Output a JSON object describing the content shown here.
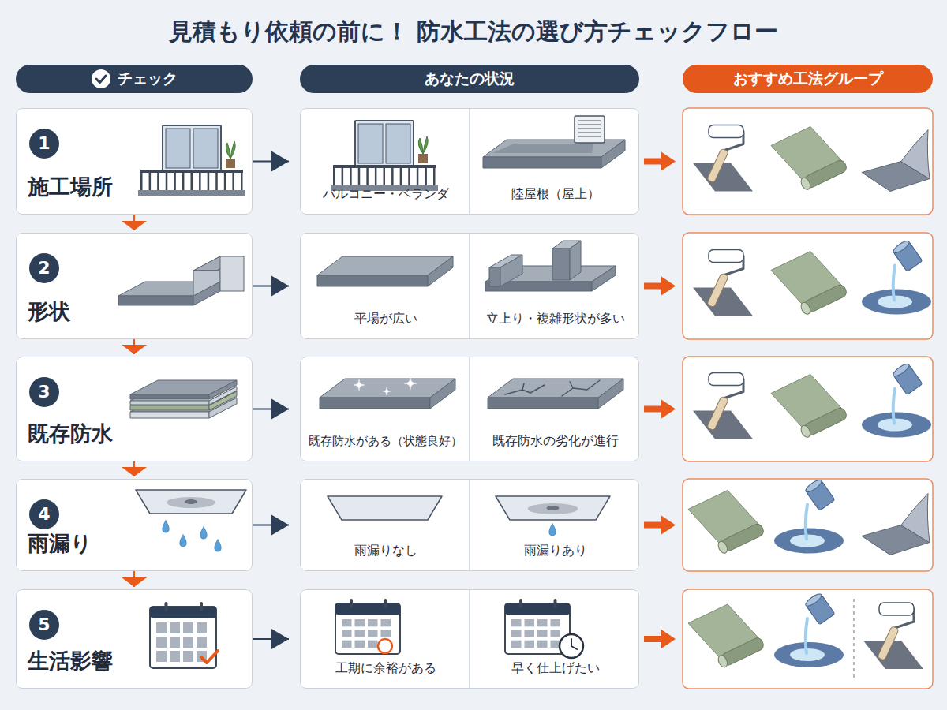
{
  "diagram": {
    "title": "見積もり依頼の前に！ 防水工法の選び方チェックフロー",
    "nodes": [
      {
        "text": [
          "チェック"
        ]
      },
      {
        "text": [
          "あなたの状況"
        ]
      },
      {
        "text": [
          "おすすめ工法グループ"
        ]
      },
      {
        "text": [
          "施工場所"
        ]
      },
      {
        "text": [
          "1"
        ],
        "in": 3
      },
      {
        "text": [
          "バルコニー・ベランダ",
          "陸屋根（屋上）"
        ]
      },
      {
        "text": [
          "形状"
        ]
      },
      {
        "text": [
          "2"
        ],
        "in": 6
      },
      {
        "text": [
          "平場が広い",
          "立上り・複雑形状が多い"
        ]
      },
      {
        "text": [
          "既存防水"
        ]
      },
      {
        "text": [
          "3"
        ],
        "in": 9
      },
      {
        "text": [
          "既存防水がある（状態良好）",
          "既存防水の劣化が進行"
        ]
      },
      {
        "text": [
          "雨漏り"
        ]
      },
      {
        "text": [
          "4"
        ],
        "in": 12
      },
      {
        "text": [
          "雨漏りなし",
          "雨漏りあり"
        ]
      },
      {
        "text": [
          "生活影響"
        ]
      },
      {
        "text": [
          "5"
        ],
        "in": 15
      },
      {
        "text": [
          "工期に余裕がある",
          "早く仕上げたい"
        ]
      }
    ],
    "edges": [
      {
        "from": 3,
        "to": 5,
        "arrow": "to"
      },
      {
        "from": 6,
        "to": 8,
        "arrow": "to"
      },
      {
        "from": 9,
        "to": 11,
        "arrow": "to"
      },
      {
        "from": 12,
        "to": 14,
        "arrow": "to"
      },
      {
        "from": 15,
        "to": 17,
        "arrow": "to"
      },
      {
        "from": 3,
        "to": 6,
        "arrow": "to"
      },
      {
        "from": 6,
        "to": 9,
        "arrow": "to"
      },
      {
        "from": 9,
        "to": 12,
        "arrow": "to"
      },
      {
        "from": 12,
        "to": 15,
        "arrow": "to"
      }
    ]
  }
}
